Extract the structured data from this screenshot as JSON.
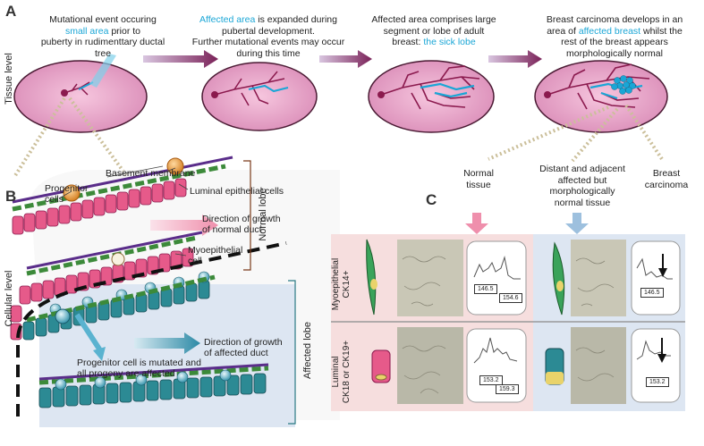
{
  "panels": {
    "a": "A",
    "b": "B",
    "c": "C"
  },
  "tissue_level": {
    "side_label": "Tissue level",
    "captions": [
      {
        "pre": "Mutational event occuring",
        "hl": "small area",
        "mid": "prior to",
        "post": "puberty in rudimenttary ductal tree"
      },
      {
        "hl": "Affected area",
        "rest1": "is expanded during",
        "rest2": "pubertal development.",
        "rest3": "Further mutational events may occur",
        "rest4": "during this time"
      },
      {
        "line1": "Affected area comprises large",
        "line2": "segment or lobe of adult",
        "line3": "breast:",
        "hl": "the sick lobe"
      },
      {
        "line1": "Breast carcinoma develops in an",
        "line2pre": "area of",
        "hl": "affected breast",
        "line2post": "whilst the",
        "line3": "rest of the breast appears",
        "line4": "morphologically normal"
      }
    ]
  },
  "cellular": {
    "side_label": "Cellular level",
    "progenitor": "Progenitor",
    "progenitor2": "cells",
    "basement": "Basement membrane",
    "luminal": "Luminal epithelial cells",
    "direction_normal_1": "Direction of growth",
    "direction_normal_2": "of normal duct",
    "myo_1": "Myoepithelial",
    "myo_2": "cell",
    "mutated_1": "Progenitor cell is mutated and",
    "mutated_2": "all progeny are affected",
    "direction_affected_1": "Direction of growth",
    "direction_affected_2": "of affected duct",
    "normal_lobe": "Normal lobe",
    "affected_lobe": "Affected lobe"
  },
  "panel_c": {
    "normal_tissue_1": "Normal",
    "normal_tissue_2": "tissue",
    "distant_1": "Distant and adjacent",
    "distant_2": "affected but",
    "distant_3": "morphologically",
    "distant_4": "normal tissue",
    "breast_carcinoma_1": "Breast",
    "breast_carcinoma_2": "carcinoma",
    "row1_label_1": "Myoepithelial",
    "row1_label_2": "CK14+",
    "row2_label_1": "Luminal",
    "row2_label_2": "CK18 or CK19+",
    "values": {
      "r1_normal_a": "146.5",
      "r1_normal_b": "154.6",
      "r1_affected": "146.5",
      "r2_normal_a": "153.2",
      "r2_normal_b": "159.3",
      "r2_affected": "153.2"
    }
  },
  "colors": {
    "accent": "#1aa6d6",
    "lobe_fill": "#e8a6c8",
    "duct": "#8b1a4e",
    "normal_bg": "#f6dede",
    "affected_bg": "#dde6f2",
    "arrow": "#7a2158"
  }
}
